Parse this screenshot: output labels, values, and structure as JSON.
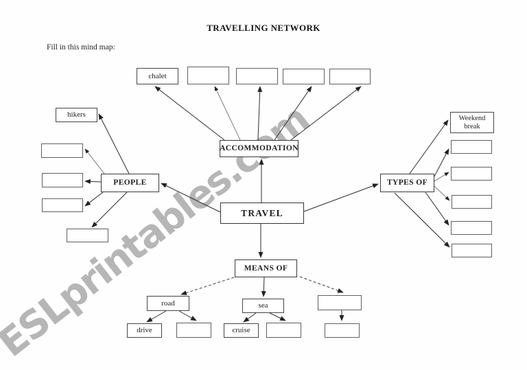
{
  "page": {
    "title": "TRAVELLING NETWORK",
    "instruction": "Fill in this mind map:",
    "watermark": "ESLprintables.com"
  },
  "mindmap": {
    "center": "TRAVEL",
    "branches": [
      {
        "label": "ACCOMMODATION",
        "direction": "up",
        "children": [
          "chalet",
          "",
          "",
          "",
          ""
        ]
      },
      {
        "label": "PEOPLE",
        "direction": "left",
        "children": [
          "hikers",
          "",
          "",
          "",
          ""
        ]
      },
      {
        "label": "TYPES OF",
        "direction": "right",
        "children": [
          "Weekend break",
          "",
          "",
          "",
          "",
          ""
        ]
      },
      {
        "label": "MEANS OF",
        "direction": "down",
        "children": [
          {
            "label": "road",
            "children": [
              "drive",
              ""
            ]
          },
          {
            "label": "sea",
            "children": [
              "cruise",
              ""
            ]
          },
          {
            "label": "",
            "children": [
              ""
            ]
          }
        ]
      }
    ]
  },
  "colors": {
    "watermark": "#b6b6b6",
    "box_border": "#5f5f5f",
    "line": "#2b2b2b",
    "text": "#1f1f1f"
  }
}
